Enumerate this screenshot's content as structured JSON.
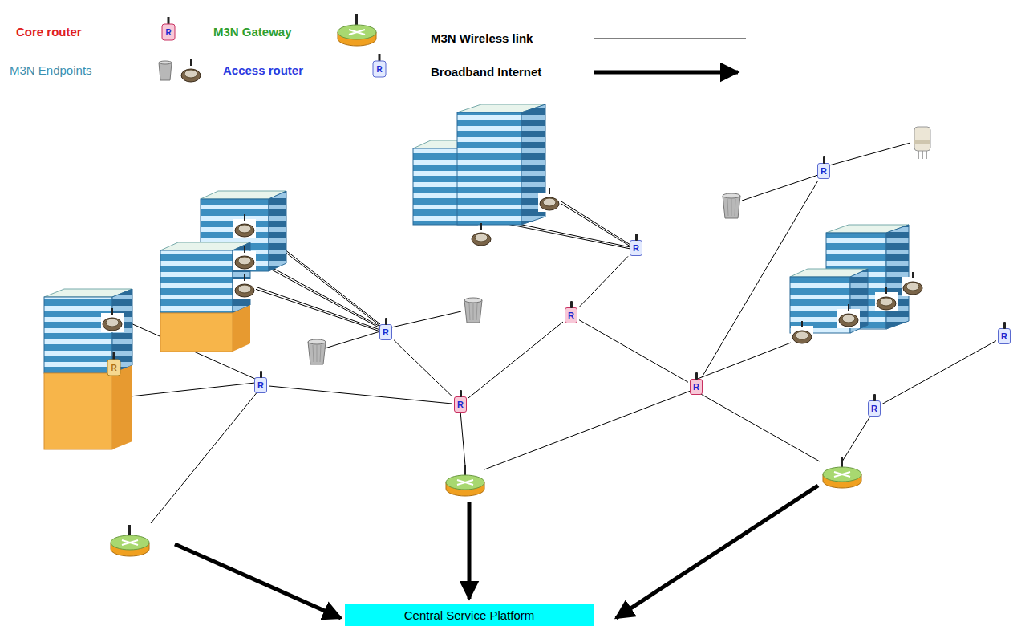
{
  "diagram": {
    "nodes": [
      {
        "text": [
          "Central Service Platform"
        ]
      },
      {
        "text": [
          "R"
        ]
      },
      {
        "text": [
          "R"
        ]
      },
      {
        "text": [
          "R"
        ]
      },
      {
        "text": [
          "R"
        ]
      },
      {
        "text": [
          "R"
        ]
      },
      {
        "text": [
          "R"
        ]
      },
      {
        "text": [
          "R"
        ]
      },
      {
        "text": [
          "R"
        ]
      },
      {
        "text": [
          "R"
        ]
      }
    ],
    "edges": [
      {
        "from": 1,
        "to": 3,
        "arrow": "none"
      },
      {
        "from": 2,
        "to": 3,
        "arrow": "none"
      },
      {
        "from": 3,
        "to": 4,
        "arrow": "none"
      },
      {
        "from": 4,
        "to": 5,
        "arrow": "none"
      },
      {
        "from": 4,
        "to": 6,
        "arrow": "none"
      },
      {
        "from": 6,
        "to": 7,
        "arrow": "none"
      },
      {
        "from": 9,
        "to": 8,
        "arrow": "none"
      }
    ],
    "labels": [
      "R",
      "R",
      "R"
    ],
    "legend": [
      {
        "text": "Core router"
      },
      {
        "text": "M3N Gateway"
      },
      {
        "text": "M3N Wireless link"
      },
      {
        "text": "M3N Endpoints"
      },
      {
        "text": "Access router"
      },
      {
        "text": "Broadband Internet"
      }
    ]
  }
}
